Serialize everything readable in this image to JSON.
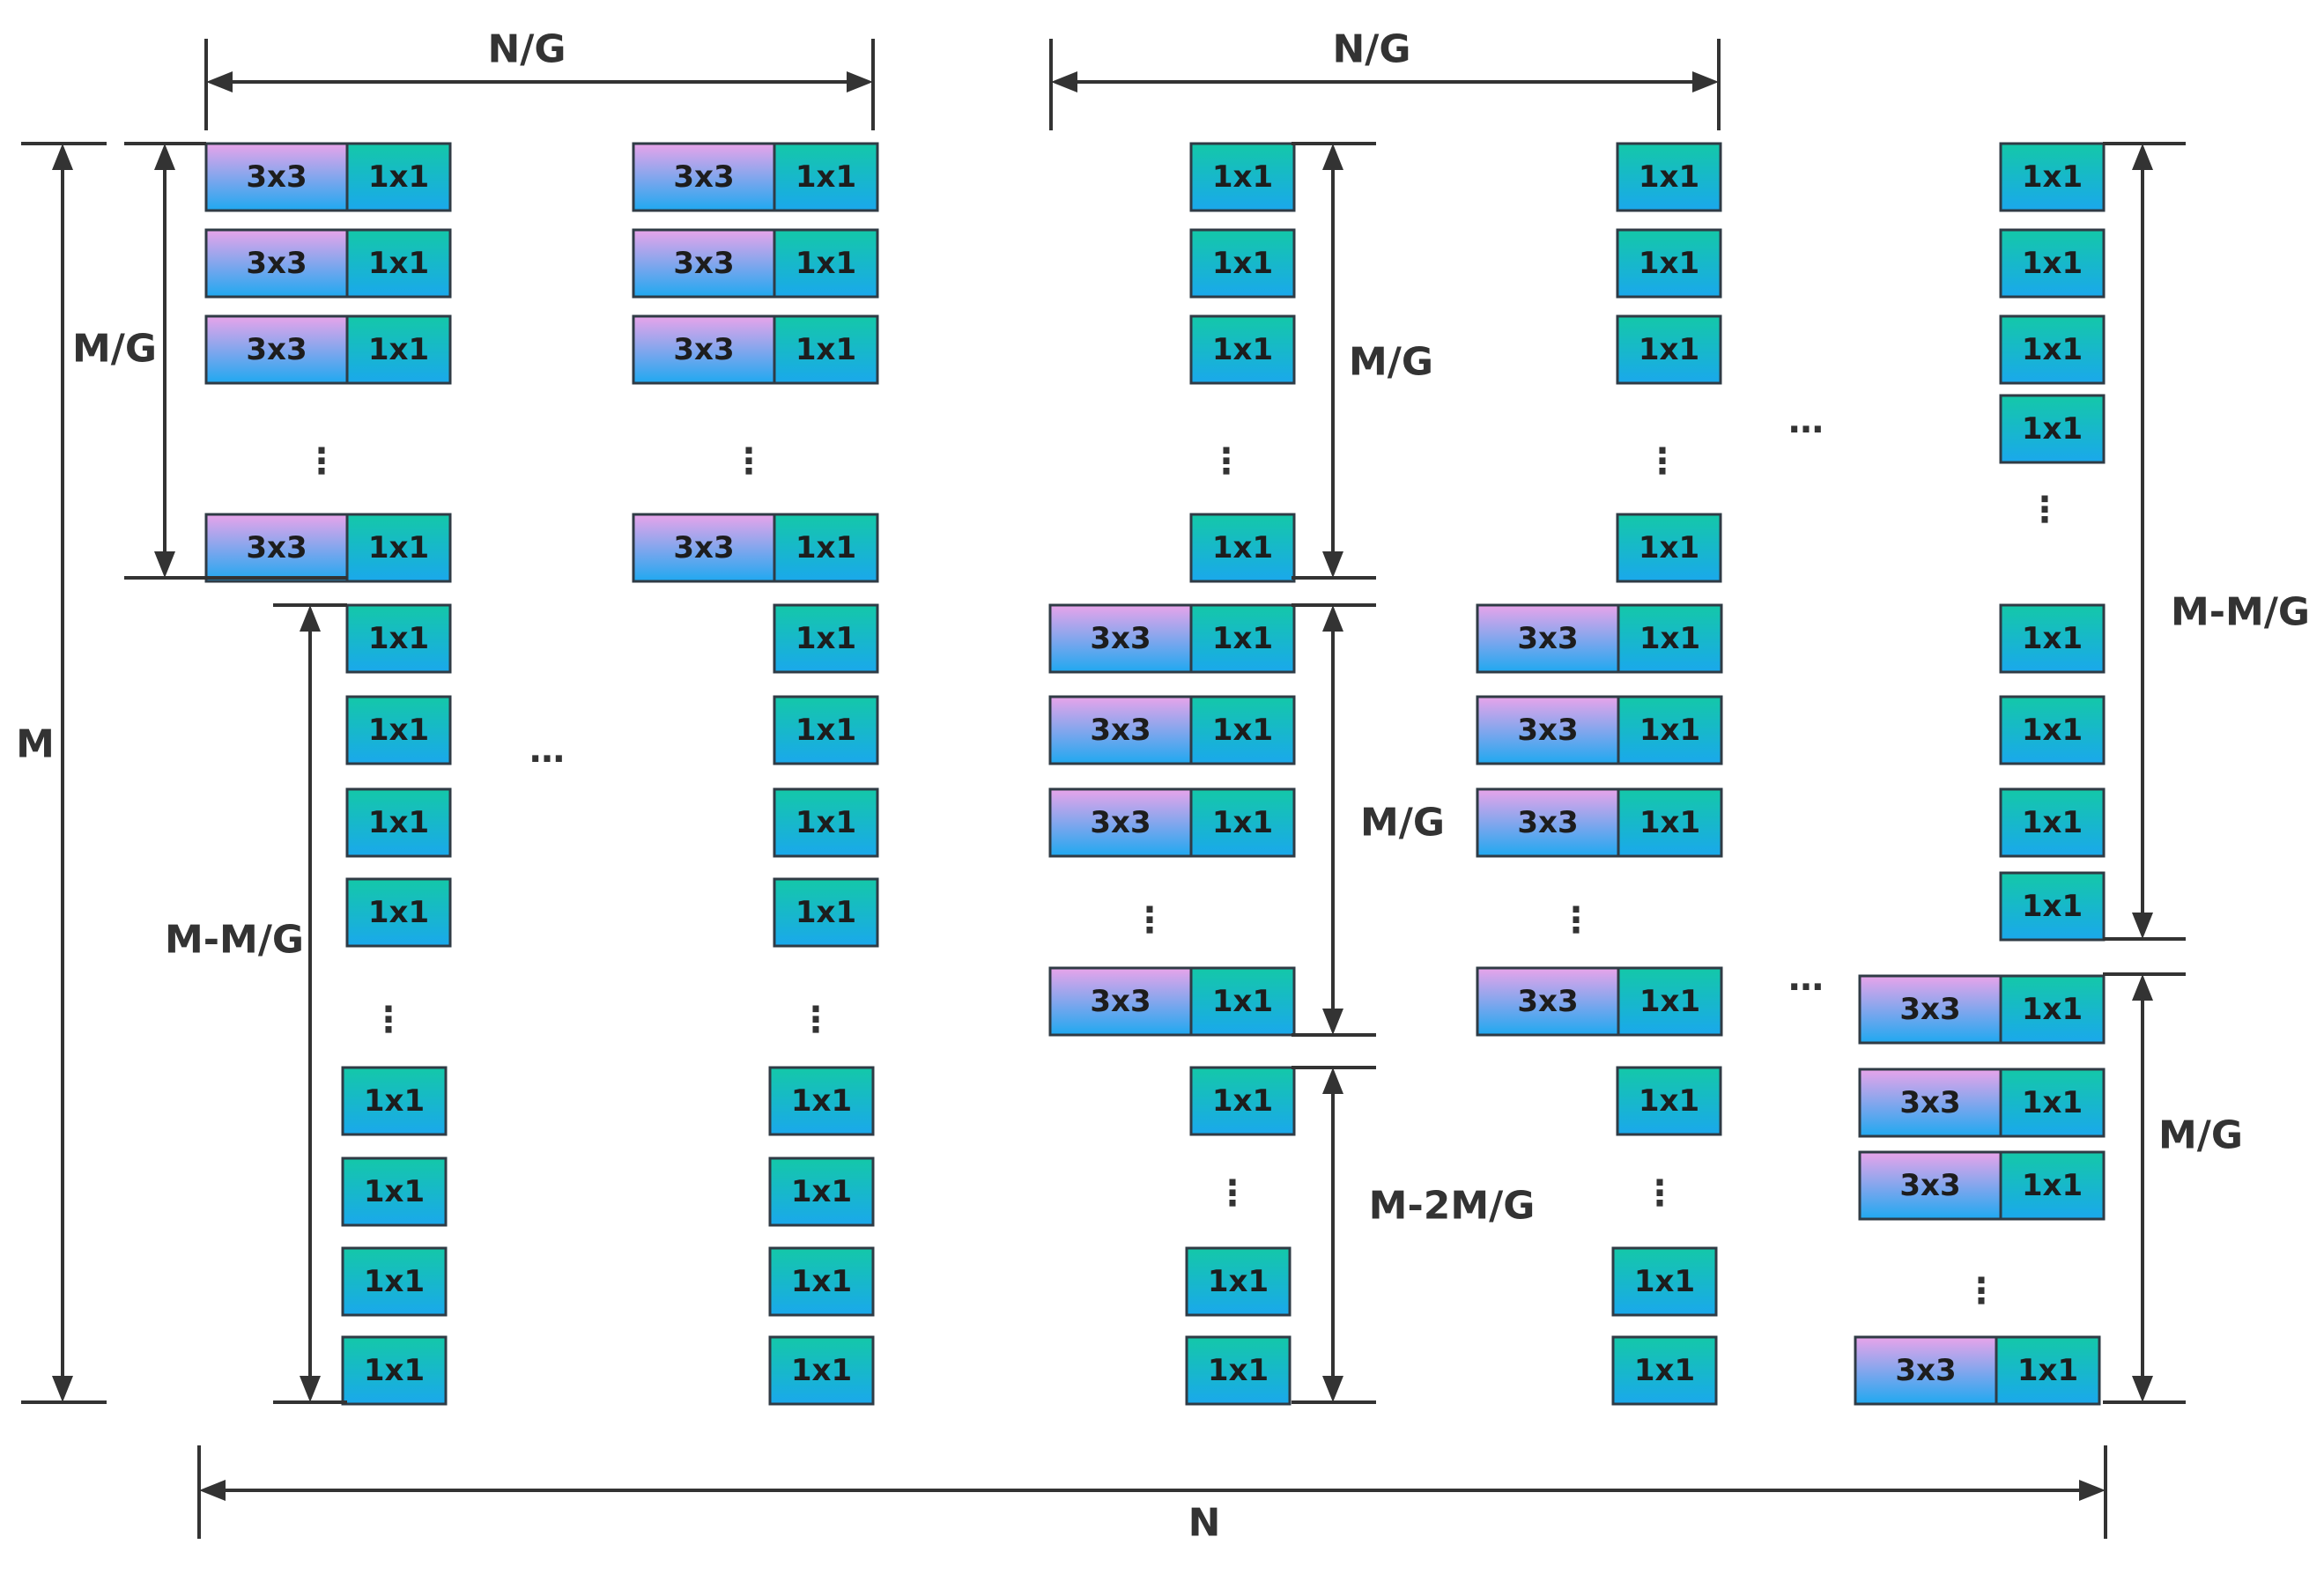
{
  "cell_labels": {
    "kernel_3x3": "3x3",
    "kernel_1x1": "1x1"
  },
  "ellipsis": {
    "vertical": "⋮",
    "horizontal": "…"
  },
  "dimension_labels": {
    "total_rows": "M",
    "total_cols": "N",
    "group_cols": "N/G",
    "group_rows": "M/G",
    "remaining_rows": "M-M/G",
    "remaining_rows_two_groups": "M-2M/G"
  },
  "colors": {
    "cell_3x3_top": "#e8a4ea",
    "cell_3x3_bottom": "#1fa8f0",
    "cell_1x1_top": "#14c8a8",
    "cell_1x1_bottom": "#1aa8ec",
    "cell_border": "#2f3b45",
    "dimension_line": "#333333"
  }
}
